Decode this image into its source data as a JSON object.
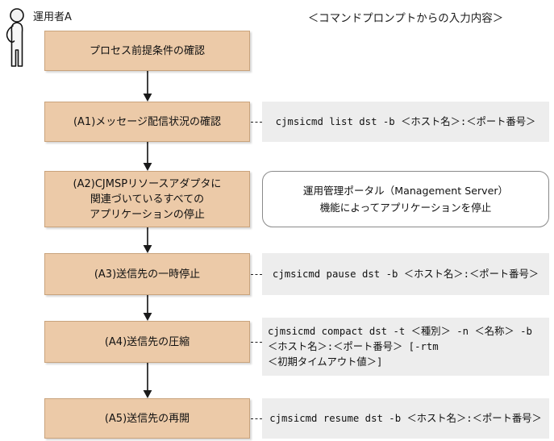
{
  "diagram": {
    "actor": {
      "label": "運用者A",
      "icon": "person-icon"
    },
    "right_column_header": "＜コマンドプロンプトからの入力内容＞",
    "colors": {
      "process_fill": "#eccaa8",
      "process_border": "#c9a37c",
      "command_panel_fill": "#ededed",
      "note_border": "#8a8a8a",
      "connector": "#222222",
      "background": "#ffffff"
    },
    "steps": [
      {
        "id": "step-0",
        "process": {
          "lines": [
            "プロセス前提条件の確認"
          ]
        },
        "side": null
      },
      {
        "id": "step-a1",
        "process": {
          "lines": [
            "(A1)メッセージ配信状況の確認"
          ]
        },
        "side": {
          "kind": "command",
          "connector": "dashed",
          "align": "center",
          "lines": [
            "cjmsicmd list dst -b ＜ホスト名＞:＜ポート番号＞"
          ]
        }
      },
      {
        "id": "step-a2",
        "process": {
          "lines": [
            "(A2)CJMSPリソースアダプタに",
            "関連づいているすべての",
            "アプリケーションの停止"
          ]
        },
        "side": {
          "kind": "note",
          "connector": "none",
          "align": "center",
          "lines": [
            "運用管理ポータル（Management Server）",
            "機能によってアプリケーションを停止"
          ]
        }
      },
      {
        "id": "step-a3",
        "process": {
          "lines": [
            "(A3)送信先の一時停止"
          ]
        },
        "side": {
          "kind": "command",
          "connector": "dashed",
          "align": "center",
          "lines": [
            "cjmsicmd pause dst -b ＜ホスト名＞:＜ポート番号＞"
          ]
        }
      },
      {
        "id": "step-a4",
        "process": {
          "lines": [
            "(A4)送信先の圧縮"
          ]
        },
        "side": {
          "kind": "command",
          "connector": "dashed",
          "align": "left",
          "lines": [
            "cjmsicmd compact dst -t ＜種別＞ -n ＜名称＞ -b",
            "＜ホスト名＞:＜ポート番号＞ [-rtm",
            "＜初期タイムアウト値＞]"
          ]
        }
      },
      {
        "id": "step-a5",
        "process": {
          "lines": [
            "(A5)送信先の再開"
          ]
        },
        "side": {
          "kind": "command",
          "connector": "dashed",
          "align": "center",
          "lines": [
            "cjmsicmd resume dst -b ＜ホスト名＞:＜ポート番号＞"
          ]
        }
      }
    ]
  }
}
